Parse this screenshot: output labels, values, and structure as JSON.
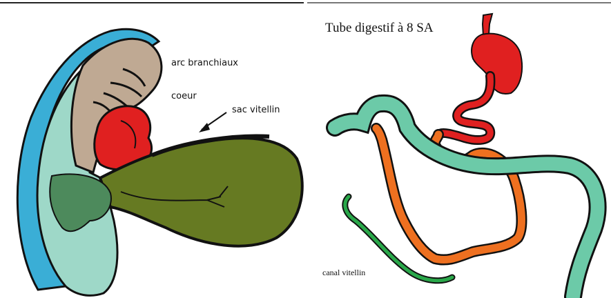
{
  "left_diagram": {
    "labels": {
      "arcs": "arc branchiaux",
      "heart": "coeur",
      "yolk_sac": "sac vitellin"
    }
  },
  "right_diagram": {
    "title": "Tube digestif à 8 SA",
    "canal_label": "canal vitellin"
  },
  "colors": {
    "outline_blue": "#3aaed6",
    "embryo_body": "#9ed8c8",
    "embryo_tan": "#bfa993",
    "heart_red": "#e02020",
    "yolk_green": "#667a22",
    "limb_green": "#4d8a5c",
    "gut_teal": "#6ccaa8",
    "gut_orange": "#ee7020",
    "canal_green": "#2aa84a"
  }
}
